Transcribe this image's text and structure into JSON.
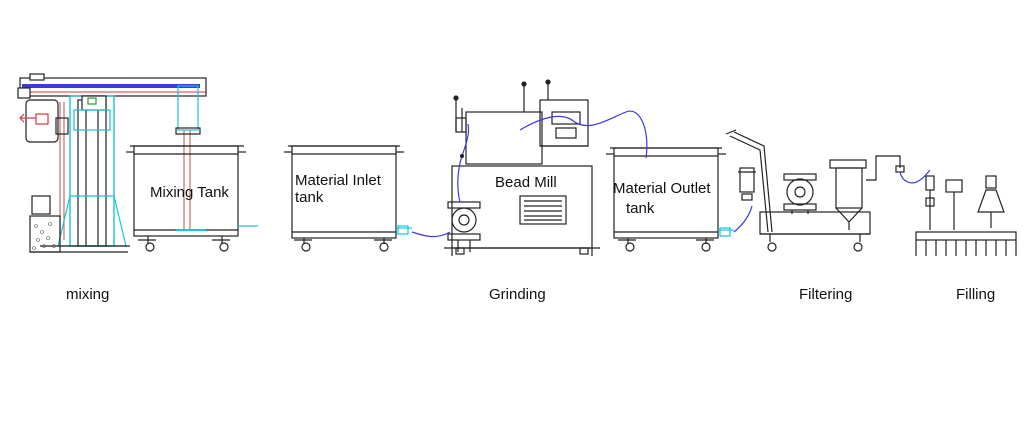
{
  "labels": {
    "mixing_tank": "Mixing Tank",
    "material_inlet_tank": [
      "Material Inlet",
      "tank"
    ],
    "bead_mill": "Bead Mill",
    "material_outlet_tank": [
      "Material Outlet",
      "tank"
    ]
  },
  "stages": {
    "mixing": "mixing",
    "grinding": "Grinding",
    "filtering": "Filtering",
    "filling": "Filling"
  },
  "colors": {
    "line": "#222222",
    "pipe": "#3b3bd6",
    "cyan": "#19c3d8",
    "red": "#d23a3a",
    "green": "#2a9a3a"
  }
}
